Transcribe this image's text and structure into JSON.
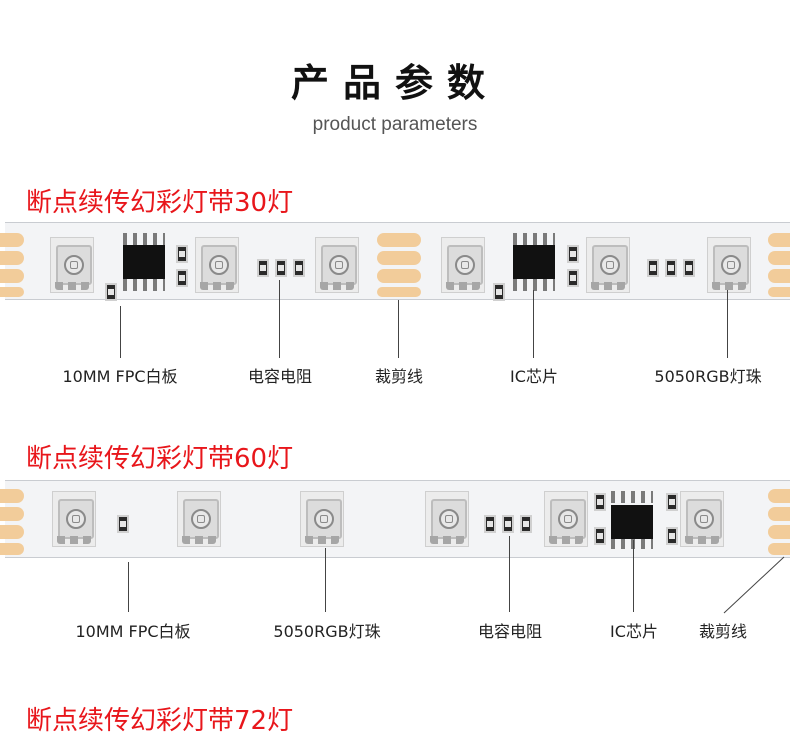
{
  "header": {
    "title": "产品参数",
    "subtitle": "product parameters"
  },
  "sections": [
    {
      "title": "断点续传幻彩灯带30灯",
      "labels": {
        "board": "10MM FPC白板",
        "resistor": "电容电阻",
        "cut_line": "裁剪线",
        "ic": "IC芯片",
        "led": "5050RGB灯珠"
      }
    },
    {
      "title": "断点续传幻彩灯带60灯",
      "labels": {
        "board": "10MM FPC白板",
        "led": "5050RGB灯珠",
        "resistor": "电容电阻",
        "ic": "IC芯片",
        "cut_line": "裁剪线"
      }
    },
    {
      "title": "断点续传幻彩灯带72灯"
    }
  ],
  "colors": {
    "section_title": "#e8161b",
    "pad": "#f2cc9a",
    "strip": "#f3f4f6"
  }
}
